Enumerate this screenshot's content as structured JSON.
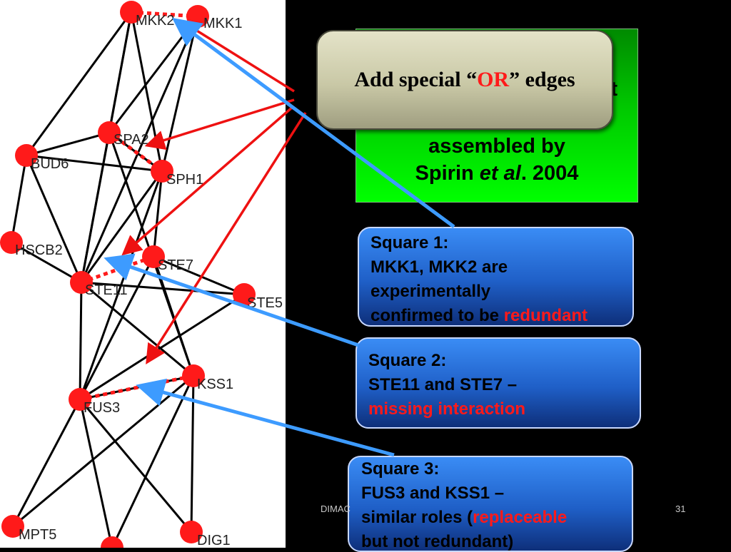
{
  "graph": {
    "nodes": [
      {
        "id": "MKK2",
        "label": "MKK2"
      },
      {
        "id": "MKK1",
        "label": "MKK1"
      },
      {
        "id": "SPA2",
        "label": "SPA2"
      },
      {
        "id": "BUD6",
        "label": "BUD6"
      },
      {
        "id": "SPH1",
        "label": "SPH1"
      },
      {
        "id": "HSCB2",
        "label": "HSCB2"
      },
      {
        "id": "STE7",
        "label": "STE7"
      },
      {
        "id": "STE11",
        "label": "STE11"
      },
      {
        "id": "STE5",
        "label": "STE5"
      },
      {
        "id": "KSS1",
        "label": "KSS1"
      },
      {
        "id": "FUS3",
        "label": "FUS3"
      },
      {
        "id": "MPT5",
        "label": "MPT5"
      },
      {
        "id": "DIG1",
        "label": "DIG1"
      }
    ],
    "node_color": "#ff1a1a",
    "edge_color": "#000000",
    "or_edge_color": "#ff1a1a"
  },
  "green_box": {
    "hidden_suffix": "t",
    "line1": "assembled by",
    "line2_prefix": "Spirin ",
    "line2_italic": "et al",
    "line2_suffix": ". 2004"
  },
  "or_callout": {
    "prefix": "Add special “",
    "highlight": "OR",
    "suffix": "” edges"
  },
  "squares": {
    "sq1": {
      "title": "Square 1:",
      "line1": "MKK1, MKK2 are",
      "line2": "experimentally",
      "line3": "confirmed to be ",
      "highlight": "redundant"
    },
    "sq2": {
      "title": "Square 2:",
      "line1": "STE11 and STE7 –",
      "highlight": "missing interaction"
    },
    "sq3": {
      "title": "Square 3:",
      "line1": "FUS3 and KSS1 –",
      "line2": "similar roles (",
      "highlight": "replaceable",
      "line3": "but not redundant)"
    }
  },
  "footer": {
    "left": "DIMAC",
    "page": "31"
  },
  "colors": {
    "highlight": "#ff1a1a",
    "arrow_red": "#ee1111",
    "arrow_blue": "#3d9bff"
  }
}
